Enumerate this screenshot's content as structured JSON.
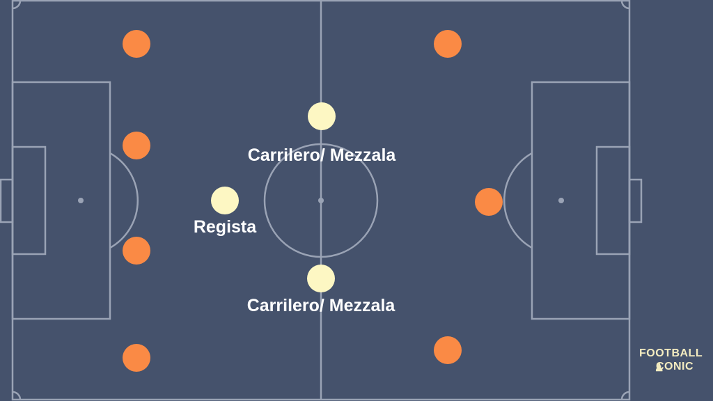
{
  "colors": {
    "pitch": "#45526c",
    "lines": "#9aa3b5",
    "team_a": "#fa8a45",
    "team_b": "#fdf7c3",
    "label": "#ffffff",
    "logo": "#f4ecc0"
  },
  "labels": {
    "carrilero_top": "Carrilero/ Mezzala",
    "regista": "Regista",
    "carrilero_bottom": "Carrilero/ Mezzala"
  },
  "logo": {
    "line1": "FOOTBALL",
    "line2": "CONIC",
    "figure_icon": "footballer-silhouette-icon"
  }
}
